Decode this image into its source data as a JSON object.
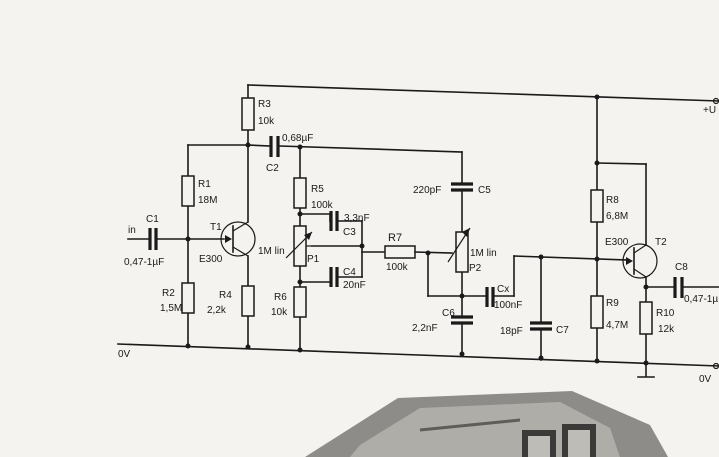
{
  "labels": {
    "supply": "+U",
    "gnd_left": "0V",
    "gnd_right": "0V",
    "input": "in",
    "c1_name": "C1",
    "c1_val": "0,47-1µF",
    "r1_name": "R1",
    "r1_val": "18M",
    "r2_name": "R2",
    "r2_val": "1,5M",
    "r3_name": "R3",
    "r3_val": "10k",
    "r4_name": "R4",
    "r4_val": "2,2k",
    "t1_name": "T1",
    "t1_type": "E300",
    "c2_name": "C2",
    "c2_val": "0,68µF",
    "r5_name": "R5",
    "r5_val": "100k",
    "r6_name": "R6",
    "r6_val": "10k",
    "p1_name": "P1",
    "p1_val": "1M lin",
    "c3_name": "C3",
    "c3_val": "3,3nF",
    "c4_name": "C4",
    "c4_val": "20nF",
    "r7_name": "R7",
    "r7_val": "100k",
    "c5_name": "C5",
    "c5_val": "220pF",
    "p2_name": "P2",
    "p2_val": "1M lin",
    "cx_name": "Cx",
    "cx_val": "100nF",
    "c6_name": "C6",
    "c6_val": "2,2nF",
    "c7_name": "C7",
    "c7_val": "18pF",
    "r8_name": "R8",
    "r8_val": "6,8M",
    "r9_name": "R9",
    "r9_val": "4,7M",
    "t2_name": "T2",
    "t2_type": "E300",
    "r10_name": "R10",
    "r10_val": "12k",
    "c8_name": "C8",
    "c8_val": "0,47-1µ"
  }
}
